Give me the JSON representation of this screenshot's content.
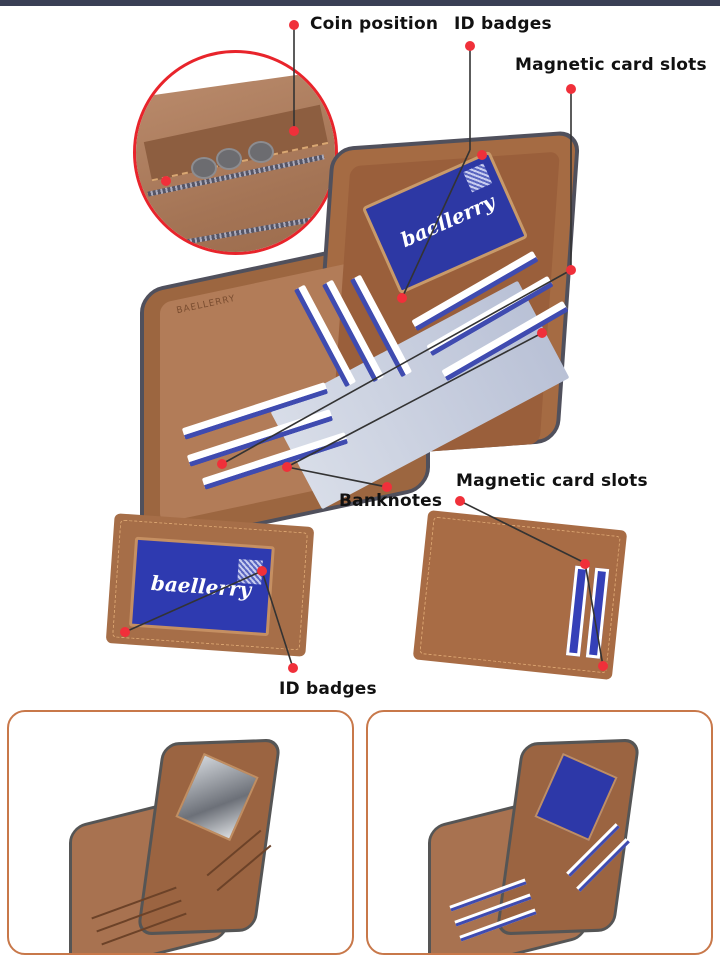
{
  "labels": {
    "coin_position": "Coin position",
    "id_badges_top": "ID badges",
    "magnetic_card_slots_top": "Magnetic card slots",
    "banknotes": "Banknotes",
    "magnetic_card_slots_mid": "Magnetic card slots",
    "id_badges_bottom": "ID badges"
  },
  "card_branding": {
    "brand": "baellerry",
    "brand_small": "baellerry"
  },
  "wallet_stamp": "BAELLERRY",
  "colors": {
    "callout_dot": "#f0303a",
    "leader_line": "#333333",
    "frame_border": "#c8784a",
    "leather": "#a56b43",
    "card_blue": "#2d38a4",
    "top_strip": "#3a3f55"
  },
  "bottom_frames": [
    {
      "view": "empty-wallet-open"
    },
    {
      "view": "filled-wallet-open"
    }
  ]
}
